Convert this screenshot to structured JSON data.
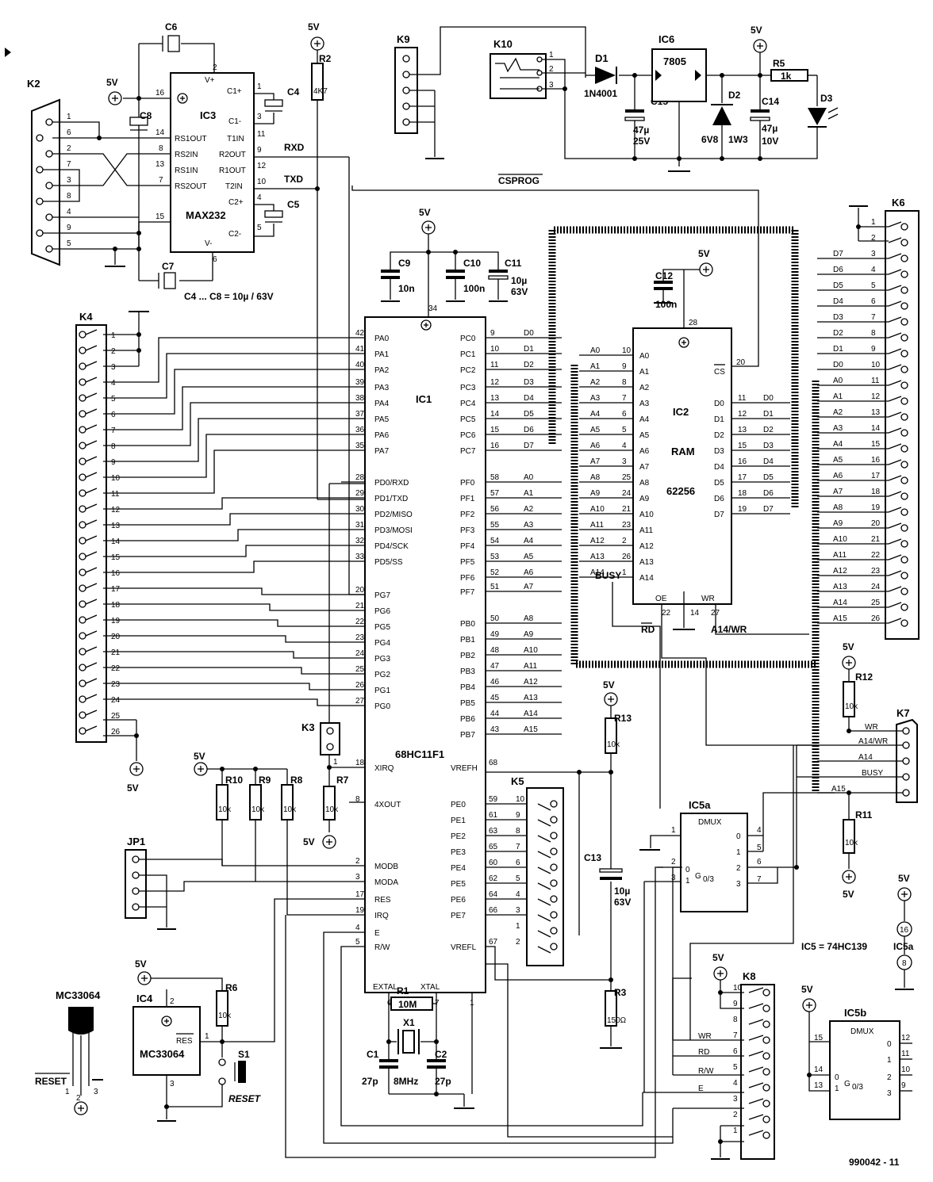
{
  "figure_id": "990042 - 11",
  "ics": {
    "ic1": {
      "ref": "IC1",
      "part": "68HC11F1"
    },
    "ic2": {
      "ref": "IC2",
      "func": "RAM",
      "part": "62256"
    },
    "ic3": {
      "ref": "IC3",
      "part": "MAX232"
    },
    "ic4": {
      "ref": "IC4",
      "part": "MC33064"
    },
    "ic5a": {
      "ref": "IC5a",
      "func": "DMUX"
    },
    "ic5b": {
      "ref": "IC5b",
      "func": "DMUX"
    },
    "ic5_note": "IC5 = 74HC139",
    "ic6": {
      "ref": "IC6",
      "part": "7805"
    },
    "mc_pkg": "MC33064",
    "mc_reset": "RESET"
  },
  "connectors": {
    "k2": "K2",
    "k3": "K3",
    "k4": "K4",
    "k5": "K5",
    "k6": "K6",
    "k7": "K7",
    "k8": "K8",
    "k9": "K9",
    "k10": "K10",
    "jp1": "JP1"
  },
  "power": {
    "v5": "5V"
  },
  "components": {
    "r1": "R1",
    "r1v": "10M",
    "r2": "R2",
    "r2v": "4K7",
    "r3": "R3",
    "r3v": "150Ω",
    "r5": "R5",
    "r5v": "1k",
    "r6": "R6",
    "r6v": "10k",
    "r7": "R7",
    "r7v": "10k",
    "r8": "R8",
    "r8v": "10k",
    "r9": "R9",
    "r9v": "10k",
    "r10": "R10",
    "r10v": "10k",
    "r11": "R11",
    "r11v": "10k",
    "r12": "R12",
    "r12v": "10k",
    "r13": "R13",
    "r13v": "10k",
    "c1": "C1",
    "c1v": "27p",
    "c2": "C2",
    "c2v": "27p",
    "c4": "C4",
    "c5": "C5",
    "c6": "C6",
    "c7": "C7",
    "c8": "C8",
    "cnote": "C4 ... C8 = 10µ / 63V",
    "c9": "C9",
    "c9v": "10n",
    "c10": "C10",
    "c10v": "100n",
    "c11": "C11",
    "c11v1": "10µ",
    "c11v2": "63V",
    "c12": "C12",
    "c12v": "100n",
    "c13": "C13",
    "c13v1": "10µ",
    "c13v2": "63V",
    "c14": "C14",
    "c14v1": "47µ",
    "c14v2": "10V",
    "c15": "C15",
    "c15v1": "47µ",
    "c15v2": "25V",
    "d1": "D1",
    "d1v": "1N4001",
    "d2": "D2",
    "d2v1": "6V8",
    "d2v2": "1W3",
    "d3": "D3",
    "x1": "X1",
    "x1v": "8MHz",
    "s1": "S1",
    "s1v": "RESET"
  },
  "signals": {
    "rxd": "RXD",
    "txd": "TXD",
    "csprog": "CSPROG",
    "busy": "BUSY",
    "rd": "RD",
    "wr": "WR",
    "a14wr": "A14/WR",
    "a14": "A14",
    "a15": "A15",
    "rw": "R/W",
    "e": "E"
  },
  "ic3_pins": {
    "left": [
      "RS1OUT",
      "RS2IN",
      "RS1IN",
      "RS2OUT"
    ],
    "right": [
      "C1+",
      "C1-",
      "T1IN",
      "R2OUT",
      "R1OUT",
      "T2IN",
      "C2+",
      "C2-"
    ],
    "vplus": "V+",
    "vminus": "V-"
  },
  "ic1_left": [
    [
      "42",
      "PA0"
    ],
    [
      "41",
      "PA1"
    ],
    [
      "40",
      "PA2"
    ],
    [
      "39",
      "PA3"
    ],
    [
      "38",
      "PA4"
    ],
    [
      "37",
      "PA5"
    ],
    [
      "36",
      "PA6"
    ],
    [
      "35",
      "PA7"
    ],
    [
      "28",
      "PD0/RXD"
    ],
    [
      "29",
      "PD1/TXD"
    ],
    [
      "30",
      "PD2/MISO"
    ],
    [
      "31",
      "PD3/MOSI"
    ],
    [
      "32",
      "PD4/SCK"
    ],
    [
      "33",
      "PD5/SS"
    ],
    [
      "20",
      "PG7"
    ],
    [
      "21",
      "PG6"
    ],
    [
      "22",
      "PG5"
    ],
    [
      "23",
      "PG4"
    ],
    [
      "24",
      "PG3"
    ],
    [
      "25",
      "PG2"
    ],
    [
      "26",
      "PG1"
    ],
    [
      "27",
      "PG0"
    ]
  ],
  "ic1_left_ctrl": [
    [
      "18",
      "XIRQ"
    ],
    [
      "8",
      "4XOUT"
    ],
    [
      "2",
      "MODB"
    ],
    [
      "3",
      "MODA"
    ],
    [
      "17",
      "RES"
    ],
    [
      "19",
      "IRQ"
    ],
    [
      "4",
      "E"
    ],
    [
      "5",
      "R/W"
    ]
  ],
  "ic1_bottom": [
    "EXTAL",
    "XTAL"
  ],
  "ic1_right": [
    [
      "9",
      "PC0",
      "D0"
    ],
    [
      "10",
      "PC1",
      "D1"
    ],
    [
      "11",
      "PC2",
      "D2"
    ],
    [
      "12",
      "PC3",
      "D3"
    ],
    [
      "13",
      "PC4",
      "D4"
    ],
    [
      "14",
      "PC5",
      "D5"
    ],
    [
      "15",
      "PC6",
      "D6"
    ],
    [
      "16",
      "PC7",
      "D7"
    ],
    [
      "58",
      "PF0",
      "A0"
    ],
    [
      "57",
      "PF1",
      "A1"
    ],
    [
      "56",
      "PF2",
      "A2"
    ],
    [
      "55",
      "PF3",
      "A3"
    ],
    [
      "54",
      "PF4",
      "A4"
    ],
    [
      "53",
      "PF5",
      "A5"
    ],
    [
      "52",
      "PF6",
      "A6"
    ],
    [
      "51",
      "PF7",
      "A7"
    ],
    [
      "50",
      "PB0",
      "A8"
    ],
    [
      "49",
      "PB1",
      "A9"
    ],
    [
      "48",
      "PB2",
      "A10"
    ],
    [
      "47",
      "PB3",
      "A11"
    ],
    [
      "46",
      "PB4",
      "A12"
    ],
    [
      "45",
      "PB5",
      "A13"
    ],
    [
      "44",
      "PB6",
      "A14"
    ],
    [
      "43",
      "PB7",
      "A15"
    ]
  ],
  "ic1_right_lower": [
    [
      "68",
      "VREFH"
    ],
    [
      "59",
      "PE0"
    ],
    [
      "61",
      "PE1"
    ],
    [
      "63",
      "PE2"
    ],
    [
      "65",
      "PE3"
    ],
    [
      "60",
      "PE4"
    ],
    [
      "62",
      "PE5"
    ],
    [
      "64",
      "PE6"
    ],
    [
      "66",
      "PE7"
    ],
    [
      "67",
      "VREFL"
    ]
  ],
  "ic2_left": [
    [
      "10",
      "A0"
    ],
    [
      "9",
      "A1"
    ],
    [
      "8",
      "A2"
    ],
    [
      "7",
      "A3"
    ],
    [
      "6",
      "A4"
    ],
    [
      "5",
      "A5"
    ],
    [
      "4",
      "A6"
    ],
    [
      "3",
      "A7"
    ],
    [
      "25",
      "A8"
    ],
    [
      "24",
      "A9"
    ],
    [
      "21",
      "A10"
    ],
    [
      "23",
      "A11"
    ],
    [
      "2",
      "A12"
    ],
    [
      "26",
      "A13"
    ],
    [
      "1",
      "A14"
    ]
  ],
  "ic2_right": [
    [
      "11",
      "D0"
    ],
    [
      "12",
      "D1"
    ],
    [
      "13",
      "D2"
    ],
    [
      "15",
      "D3"
    ],
    [
      "16",
      "D4"
    ],
    [
      "17",
      "D5"
    ],
    [
      "18",
      "D6"
    ],
    [
      "19",
      "D7"
    ]
  ],
  "ic2_ctrl": {
    "cs": "CS",
    "oe": "OE",
    "wr": "WR",
    "pin20": "20",
    "pin22": "22",
    "pin14": "14",
    "pin27": "27",
    "pin28": "28"
  },
  "k6_pins": [
    [
      "1",
      ""
    ],
    [
      "2",
      ""
    ],
    [
      "3",
      "D7"
    ],
    [
      "4",
      "D6"
    ],
    [
      "5",
      "D5"
    ],
    [
      "6",
      "D4"
    ],
    [
      "7",
      "D3"
    ],
    [
      "8",
      "D2"
    ],
    [
      "9",
      "D1"
    ],
    [
      "10",
      "D0"
    ],
    [
      "11",
      "A0"
    ],
    [
      "12",
      "A1"
    ],
    [
      "13",
      "A2"
    ],
    [
      "14",
      "A3"
    ],
    [
      "15",
      "A4"
    ],
    [
      "16",
      "A5"
    ],
    [
      "17",
      "A6"
    ],
    [
      "18",
      "A7"
    ],
    [
      "19",
      "A8"
    ],
    [
      "20",
      "A9"
    ],
    [
      "21",
      "A10"
    ],
    [
      "22",
      "A11"
    ],
    [
      "23",
      "A12"
    ],
    [
      "24",
      "A13"
    ],
    [
      "25",
      "A14"
    ],
    [
      "26",
      "A15"
    ]
  ],
  "k4_pins": [
    "1",
    "2",
    "3",
    "4",
    "5",
    "6",
    "7",
    "8",
    "9",
    "10",
    "11",
    "12",
    "13",
    "14",
    "15",
    "16",
    "17",
    "18",
    "19",
    "20",
    "21",
    "22",
    "23",
    "24",
    "25",
    "26"
  ],
  "k2_pins": [
    "1",
    "6",
    "2",
    "7",
    "3",
    "8",
    "4",
    "9",
    "5"
  ],
  "k5_pins": [
    "10",
    "9",
    "8",
    "7",
    "6",
    "5",
    "4",
    "3",
    "1",
    "2"
  ],
  "k8_pins": [
    "10",
    "9",
    "8",
    "7",
    "6",
    "5",
    "4",
    "3",
    "2",
    "1"
  ],
  "ic5a_pins": {
    "in": [
      "1",
      "2",
      "3"
    ],
    "out": [
      "4",
      "5",
      "6",
      "7"
    ],
    "o": [
      "0",
      "1",
      "2",
      "3"
    ],
    "g": "G",
    "g_sub": "0/3"
  },
  "ic5b_pins": {
    "in": [
      "15",
      "14",
      "13"
    ],
    "out": [
      "12",
      "11",
      "10",
      "9"
    ],
    "o": [
      "0",
      "1",
      "2",
      "3"
    ],
    "g": "G",
    "g_sub": "0/3"
  },
  "ic5_power": [
    "16",
    "8"
  ],
  "misc": {
    "pin34": "34",
    "pin1": "1",
    "pin6": "6",
    "pin7": "7",
    "pin_ic4_2": "2",
    "pin_ic4_1": "1",
    "pin_ic4_3": "3",
    "mc_pins": [
      "1",
      "2",
      "3"
    ]
  }
}
